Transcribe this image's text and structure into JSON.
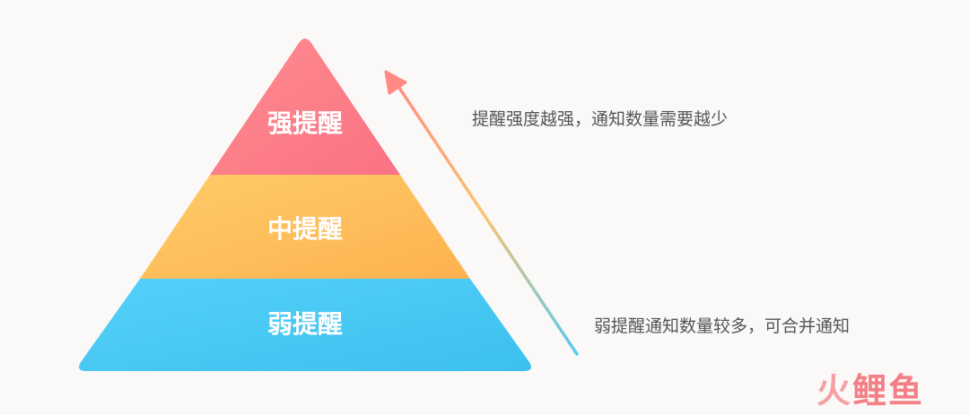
{
  "tiers": [
    {
      "id": "strong",
      "label": "强提醒",
      "color_start": "#ff8c8f",
      "color_end": "#f97284"
    },
    {
      "id": "medium",
      "label": "中提醒",
      "color_start": "#ffcc68",
      "color_end": "#fdb150"
    },
    {
      "id": "weak",
      "label": "弱提醒",
      "color_start": "#55d1f9",
      "color_end": "#3cc0ee"
    }
  ],
  "arrow": {
    "color_top": "#ff8a83",
    "color_mid": "#fbc36f",
    "color_bottom": "#55cbf0"
  },
  "notes": {
    "top": "提醒强度越强，通知数量需要越少",
    "bottom": "弱提醒通知数量较多，可合并通知"
  },
  "watermark": {
    "chars": [
      "火",
      "鲤",
      "鱼"
    ],
    "color_left": "#f5a0a5",
    "color_right": "#f37f87"
  }
}
